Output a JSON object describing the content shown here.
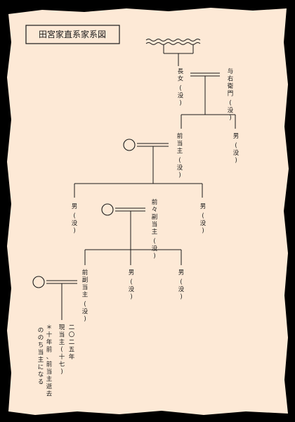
{
  "title": "田宮家直系家系図",
  "people": {
    "eldest_daughter": "長女",
    "yoemon": "与右衛門",
    "male_gen1": "男",
    "former_head": "前当主",
    "male_gen2_right": "男",
    "male_gen2_left": "男",
    "previous_deputy_head": "前々副当主",
    "male_gen3_a": "男",
    "male_gen3_b": "男",
    "former_deputy_head": "前副当主",
    "current_head": "現当主(十七)"
  },
  "deceased_mark": "(没)",
  "year": "二〇二五年",
  "note_lines": [
    "＊十年前、前当主逝去",
    "ののち当主になる"
  ],
  "colors": {
    "background": "#000000",
    "paper": "#fde9d6",
    "ink": "#1a1a1a"
  }
}
